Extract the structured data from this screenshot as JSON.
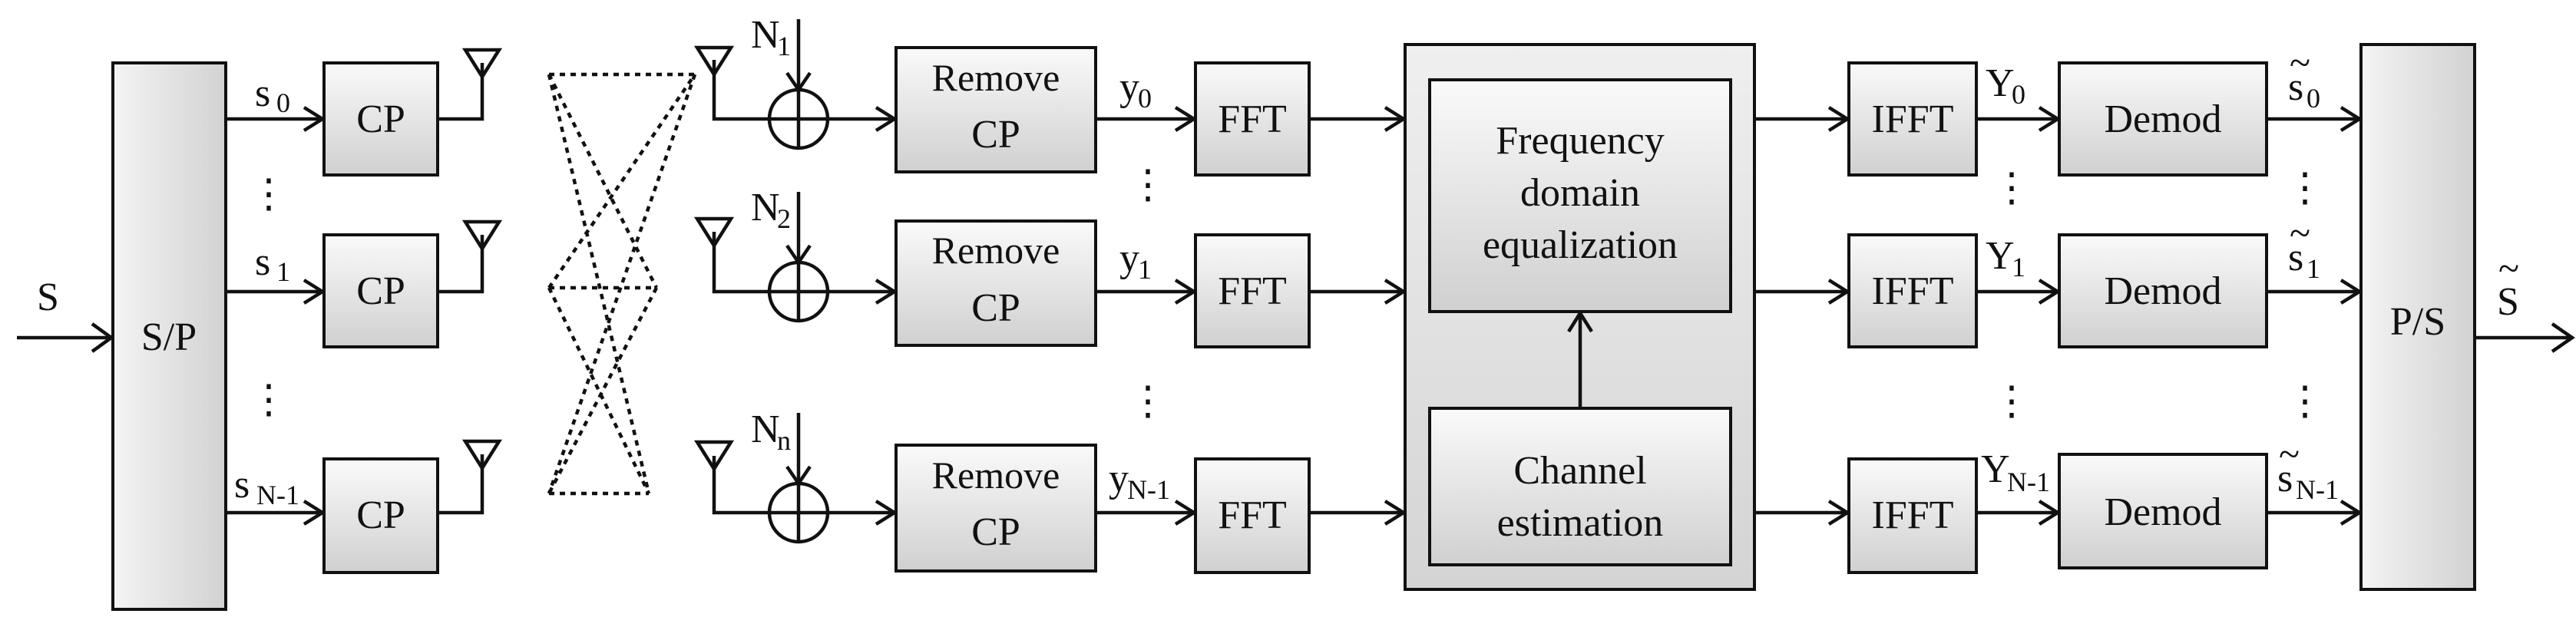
{
  "colors": {
    "stroke": "#111111",
    "box_fill_top": "#fafafa",
    "box_fill_bottom": "#d0d0d0",
    "outer_box_fill_top": "#efefef",
    "outer_box_fill_bottom": "#d4d4d4"
  },
  "input_signal": "S",
  "sp_block": "S/P",
  "ps_block": "P/S",
  "output_signal": {
    "base": "S",
    "tilde": "~"
  },
  "ellipsis": "⋮",
  "tx_branches": [
    {
      "symbol": "s",
      "index": "0",
      "block": "CP"
    },
    {
      "symbol": "s",
      "index": "1",
      "block": "CP"
    },
    {
      "symbol": "s",
      "index": "N-1",
      "block": "CP"
    }
  ],
  "rx_branches": [
    {
      "noise": "N",
      "noise_index": "1",
      "remove_cp": [
        "Remove",
        "CP"
      ],
      "y": "y",
      "y_index": "0",
      "fft": "FFT"
    },
    {
      "noise": "N",
      "noise_index": "2",
      "remove_cp": [
        "Remove",
        "CP"
      ],
      "y": "y",
      "y_index": "1",
      "fft": "FFT"
    },
    {
      "noise": "N",
      "noise_index": "n",
      "remove_cp": [
        "Remove",
        "CP"
      ],
      "y": "y",
      "y_index": "N-1",
      "fft": "FFT"
    }
  ],
  "fde_block": [
    "Frequency",
    "domain",
    "equalization"
  ],
  "channel_est_block": [
    "Channel",
    "estimation"
  ],
  "out_branches": [
    {
      "ifft": "IFFT",
      "Y": "Y",
      "Y_index": "0",
      "demod": "Demod",
      "s": "s",
      "s_index": "0"
    },
    {
      "ifft": "IFFT",
      "Y": "Y",
      "Y_index": "1",
      "demod": "Demod",
      "s": "s",
      "s_index": "1"
    },
    {
      "ifft": "IFFT",
      "Y": "Y",
      "Y_index": "N-1",
      "demod": "Demod",
      "s": "s",
      "s_index": "N-1"
    }
  ]
}
